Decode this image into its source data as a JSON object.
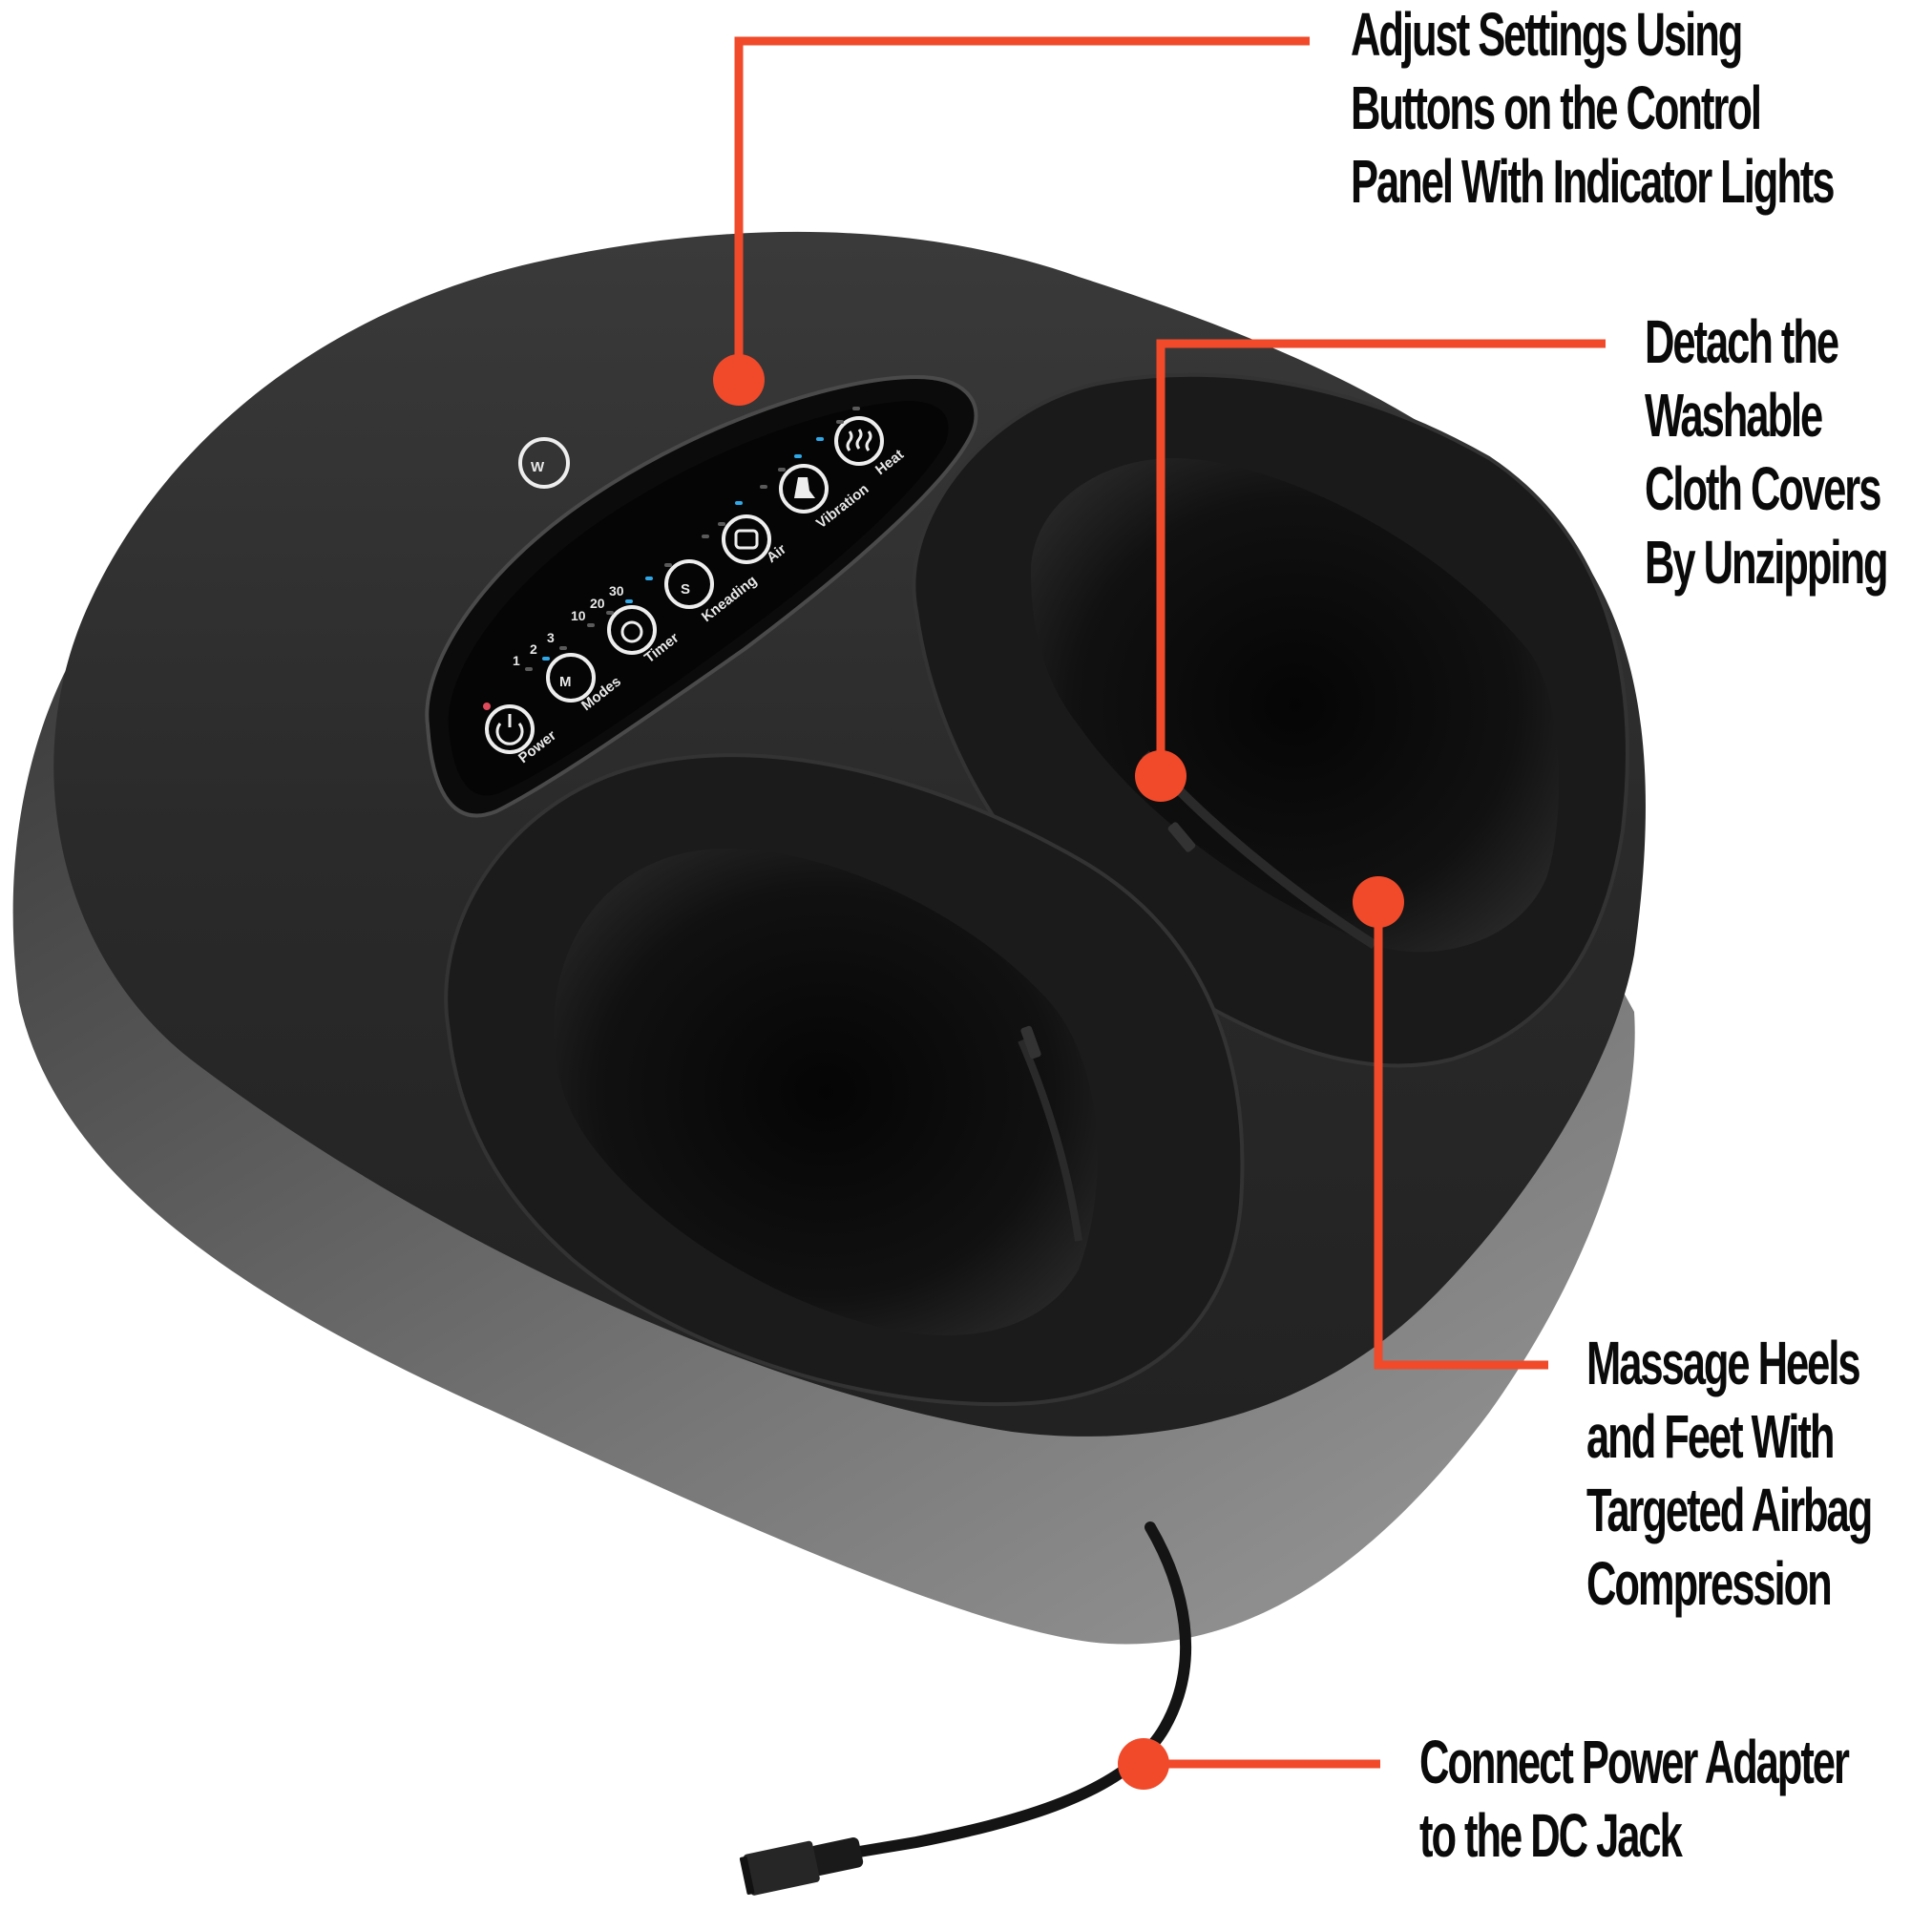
{
  "image": {
    "subject": "Foot massager product infographic",
    "background_color": "#ffffff",
    "accent_color": "#f04a2a",
    "body_color": "#2b2b2b",
    "text_color": "#0a0a0a"
  },
  "callouts": [
    {
      "id": "control-panel",
      "lines": [
        "Adjust Settings Using",
        "Buttons on the Control",
        "Panel With Indicator Lights"
      ]
    },
    {
      "id": "cloth-covers",
      "lines": [
        "Detach the",
        "Washable",
        "Cloth Covers",
        "By Unzipping"
      ]
    },
    {
      "id": "airbag",
      "lines": [
        "Massage Heels",
        "and Feet With",
        "Targeted Airbag",
        "Compression"
      ]
    },
    {
      "id": "dc-jack",
      "lines": [
        "Connect Power Adapter",
        "to the DC Jack"
      ]
    }
  ],
  "control_panel": {
    "logo": "W",
    "buttons": [
      {
        "label": "Power",
        "icon": "power-icon",
        "indicator": "red"
      },
      {
        "label": "Modes",
        "icon": "M",
        "levels": [
          "1",
          "2",
          "3"
        ],
        "active_level": "2"
      },
      {
        "label": "Timer",
        "icon": "alarm-clock-icon",
        "levels": [
          "10",
          "20",
          "30"
        ],
        "active_level": "30"
      },
      {
        "label": "Kneading",
        "icon": "kneading-icon"
      },
      {
        "label": "Air",
        "icon": "air-icon"
      },
      {
        "label": "Vibration",
        "icon": "foot-vibration-icon"
      },
      {
        "label": "Heat",
        "icon": "heat-icon"
      }
    ],
    "indicator_active_color": "#2fa8e8",
    "indicator_inactive_color": "#5a5a5a",
    "power_indicator_color": "#e04a5a"
  }
}
